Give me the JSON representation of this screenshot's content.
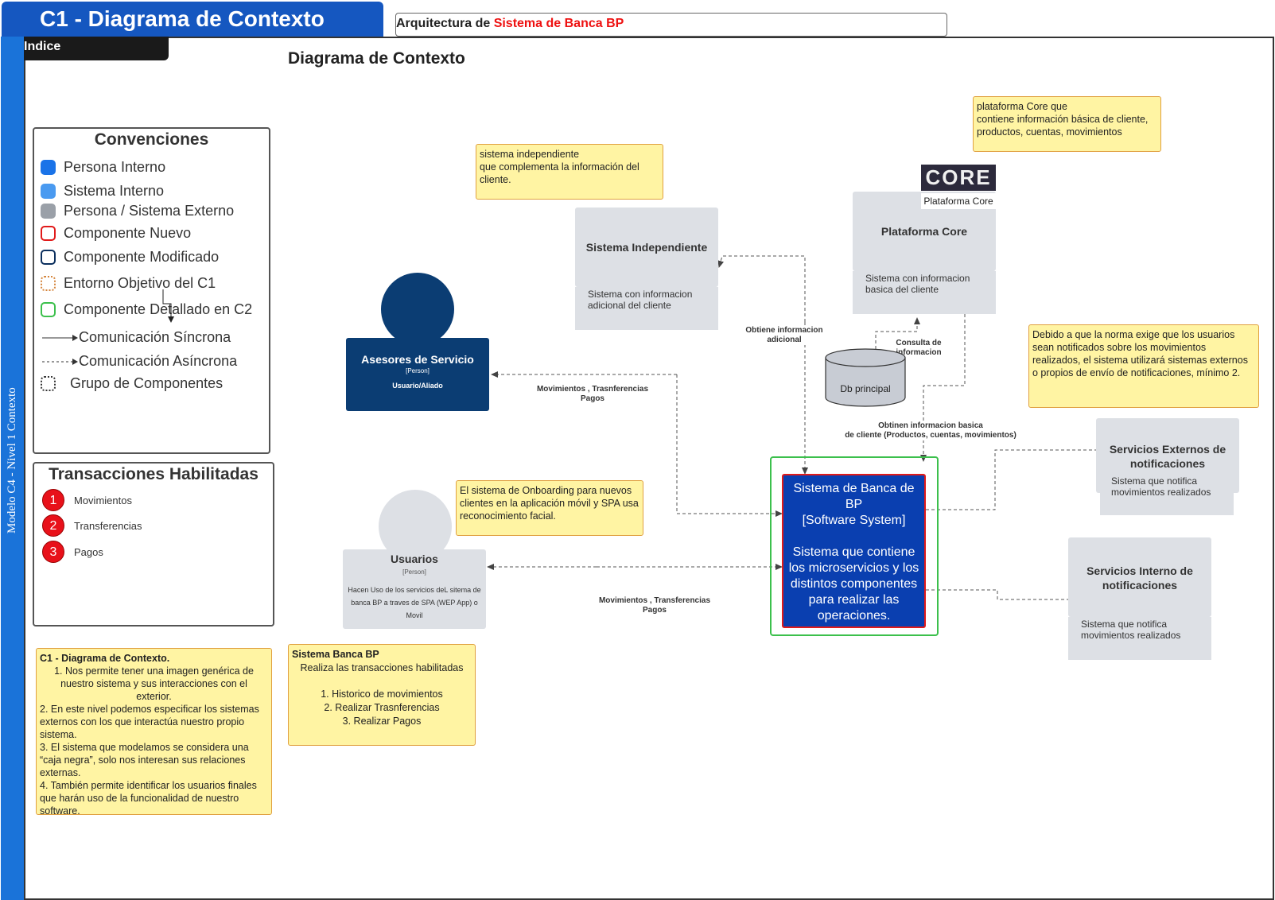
{
  "header": {
    "title": "C1 - Diagrama de Contexto",
    "arch_prefix": "Arquitectura de ",
    "arch_name": "Sistema de Banca BP"
  },
  "sidebar": {
    "vertical_label": "Modelo C4 - Nivel 1 Contexto",
    "indice": "Indice"
  },
  "diagram_title": "Diagrama de Contexto",
  "legend": {
    "title": "Convenciones",
    "items": [
      {
        "label": "Persona Interno",
        "color": "#1a73e8"
      },
      {
        "label": "Sistema Interno",
        "color": "#4a9af0"
      },
      {
        "label": "Persona / Sistema Externo",
        "color": "#9aa0a8"
      },
      {
        "label": "Componente Nuevo",
        "color": "#e11a1a"
      },
      {
        "label": "Componente Modificado",
        "color": "#0b2f5e"
      },
      {
        "label": "Entorno Objetivo del C1",
        "color": "#d4843a"
      },
      {
        "label": "Componente Detallado en C2",
        "color": "#3cc04c"
      },
      {
        "label": "Comunicación Síncrona"
      },
      {
        "label": "Comunicación Asíncrona"
      },
      {
        "label": "Grupo de Componentes"
      }
    ]
  },
  "transactions": {
    "title": "Transacciones Habilitadas",
    "items": [
      {
        "n": "1",
        "label": "Movimientos"
      },
      {
        "n": "2",
        "label": "Transferencias"
      },
      {
        "n": "3",
        "label": "Pagos"
      }
    ]
  },
  "notes": {
    "c1_title": "C1 - Diagrama de Contexto.",
    "c1_lines": [
      "1. Nos permite tener una imagen genérica de nuestro sistema y sus interacciones con el exterior.",
      "2. En este nivel podemos especificar los sistemas externos con los que interactúa nuestro propio sistema.",
      "3. El sistema que modelamos se considera una “caja negra”, solo nos interesan sus relaciones externas.",
      "4. También permite identificar los usuarios finales que harán uso de la funcionalidad de nuestro software."
    ],
    "banca_title": "Sistema Banca BP",
    "banca_sub": "Realiza las transacciones habilitadas",
    "banca_items": [
      "1. Historico de movimientos",
      "2. Realizar Trasnferencias",
      "3. Realizar Pagos"
    ],
    "independiente": "sistema independiente\nque complementa la información del cliente.",
    "core": "plataforma Core que\ncontiene información básica de cliente, productos, cuentas, movimientos",
    "onboarding": "El sistema de Onboarding para nuevos clientes en la aplicación móvil y SPA usa reconocimiento facial.",
    "notificaciones": "Debido a que la norma exige que los usuarios sean notificados sobre los movimientos realizados, el sistema utilizará sistemas externos o propios de envío de notificaciones, mínimo 2."
  },
  "nodes": {
    "asesores": {
      "title": "Asesores de Servicio",
      "type": "[Person]",
      "desc": "Usuario/Aliado"
    },
    "usuarios": {
      "title": "Usuarios",
      "type": "[Person]",
      "desc": "Hacen Uso de los servicios deL sitema de banca BP a traves de SPA (WEP App) o Movil"
    },
    "independiente": {
      "title": "Sistema Independiente",
      "desc": "Sistema con informacion adicional del cliente"
    },
    "core": {
      "title": "Plataforma Core",
      "desc": "Sistema con informacion basica del cliente",
      "logo": "CORE",
      "logo_caption": "Plataforma Core"
    },
    "db": {
      "title": "Db principal"
    },
    "banca": {
      "title": "Sistema de Banca de BP",
      "type": "[Software System]",
      "desc": "Sistema que contiene los microservicios y los distintos componentes para realizar las operaciones."
    },
    "ext_notif": {
      "title": "Servicios Externos de notificaciones",
      "desc": "Sistema que notifica movimientos realizados"
    },
    "int_notif": {
      "title": "Servicios Interno de notificaciones",
      "desc": "Sistema que notifica movimientos realizados"
    }
  },
  "edges": {
    "asesores_banca": "Movimientos , Trasnferencias\nPagos",
    "usuarios_banca": "Movimientos , Transferencias\nPagos",
    "independiente_banca": "Obtiene informacion\nadicional",
    "db_core": "Consulta de\ninformacion",
    "core_banca": "Obtinen informacion basica\nde cliente (Productos, cuentas, movimientos)"
  }
}
